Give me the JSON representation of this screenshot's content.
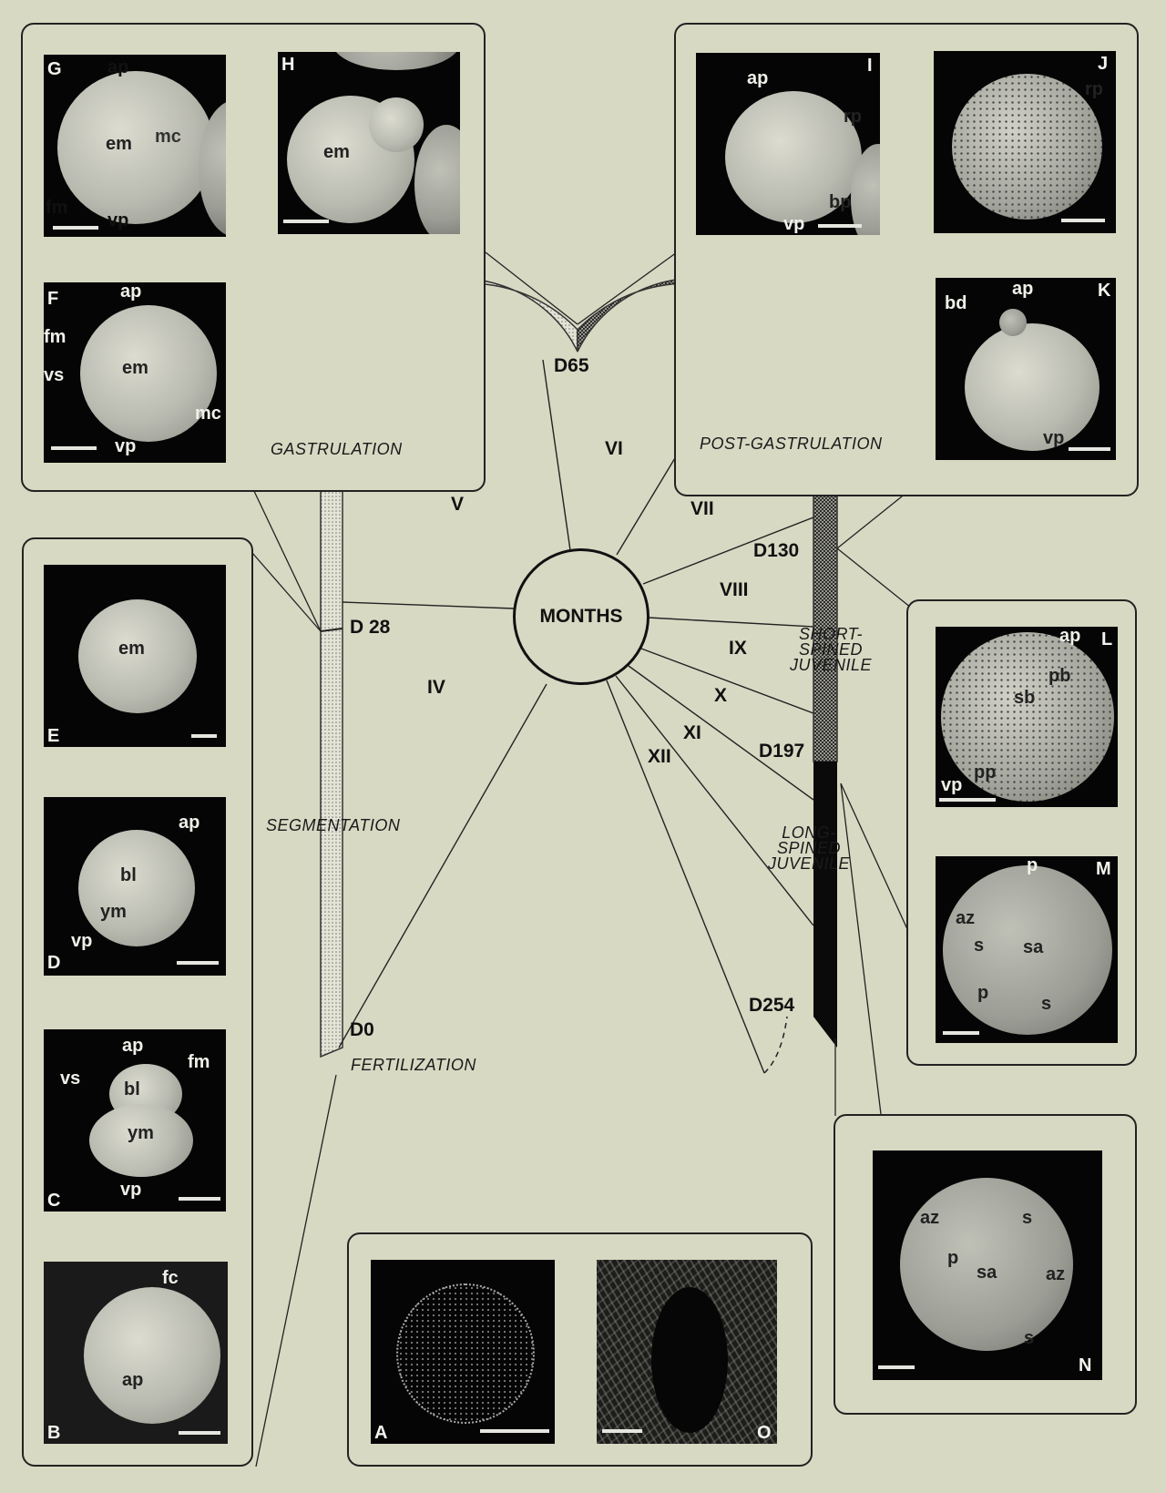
{
  "center_label": "MONTHS",
  "months": [
    "IV",
    "V",
    "VI",
    "VII",
    "VIII",
    "IX",
    "X",
    "XI",
    "XII"
  ],
  "days": [
    "D0",
    "D 28",
    "D65",
    "D130",
    "D197",
    "D254"
  ],
  "stages": {
    "gastrulation": "GASTRULATION",
    "segmentation": "SEGMENTATION",
    "fertilization": "FERTILIZATION",
    "post_gastrulation": "POST-GASTRULATION",
    "short_spined": "SHORT-SPINED JUVENILE",
    "long_spined": "LONG-SPINED JUVENILE"
  },
  "panels": {
    "G": {
      "letter": "G",
      "labels": [
        "ap",
        "em",
        "mc",
        "fm",
        "vp"
      ]
    },
    "H": {
      "letter": "H",
      "labels": [
        "em"
      ]
    },
    "F": {
      "letter": "F",
      "labels": [
        "ap",
        "fm",
        "vs",
        "em",
        "mc",
        "vp"
      ]
    },
    "I": {
      "letter": "I",
      "labels": [
        "ap",
        "rp",
        "bp",
        "vp"
      ]
    },
    "J": {
      "letter": "J",
      "labels": [
        "rp"
      ]
    },
    "K": {
      "letter": "K",
      "labels": [
        "bd",
        "ap",
        "vp"
      ]
    },
    "E": {
      "letter": "E",
      "labels": [
        "em"
      ]
    },
    "D": {
      "letter": "D",
      "labels": [
        "ap",
        "bl",
        "ym",
        "vp"
      ]
    },
    "C": {
      "letter": "C",
      "labels": [
        "ap",
        "vs",
        "fm",
        "bl",
        "ym",
        "vp"
      ]
    },
    "B": {
      "letter": "B",
      "labels": [
        "fc",
        "ap"
      ]
    },
    "L": {
      "letter": "L",
      "labels": [
        "ap",
        "pb",
        "sb",
        "vp",
        "pp"
      ]
    },
    "M": {
      "letter": "M",
      "labels": [
        "p",
        "az",
        "s",
        "sa",
        "p",
        "s"
      ]
    },
    "N": {
      "letter": "N",
      "labels": [
        "az",
        "s",
        "p",
        "sa",
        "az",
        "s"
      ]
    },
    "A": {
      "letter": "A",
      "labels": []
    },
    "O": {
      "letter": "O",
      "labels": []
    }
  }
}
